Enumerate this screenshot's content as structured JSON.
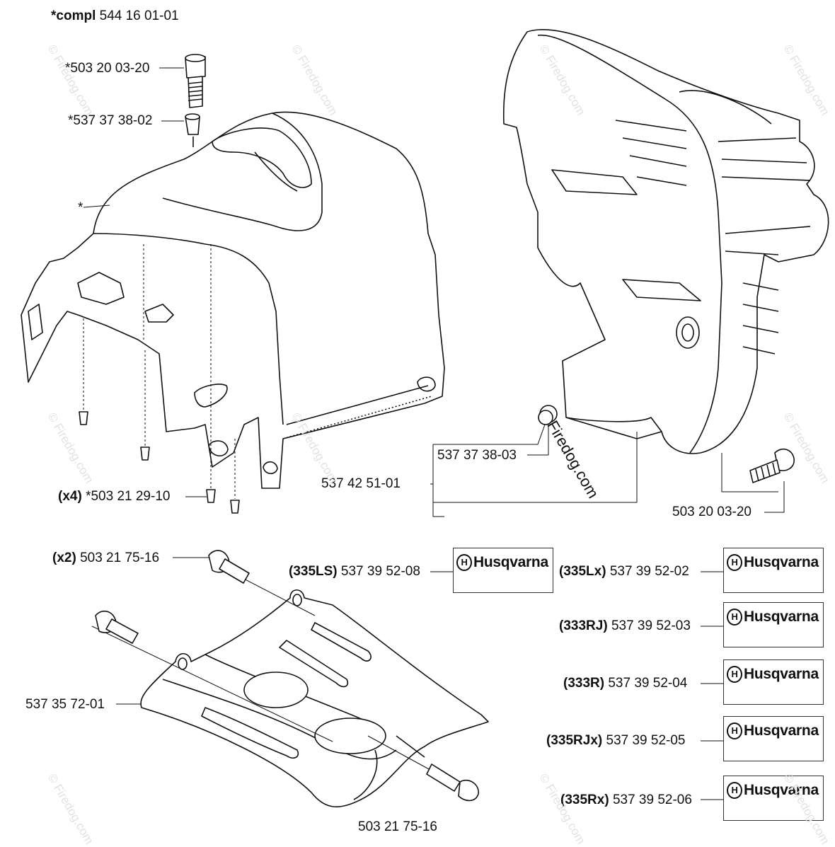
{
  "header": {
    "prefix": "*compl",
    "number": "544 16 01-01"
  },
  "parts": {
    "screw_top": "*503 20 03-20",
    "washer_top": "*537 37 38-02",
    "cover_marker": "*",
    "screws_x4_qty": "(x4)",
    "screws_x4": "*503 21 29-10",
    "bushing": "537 37 38-03",
    "cylinder_cover": "537 42 51-01",
    "screw_right": "503 20 03-20",
    "screws_x2_qty": "(x2)",
    "screws_x2": "503 21 75-16",
    "skid_plate": "537 35 72-01",
    "screw_bottom": "503 21 75-16"
  },
  "decals": [
    {
      "model": "(335LS)",
      "number": "537 39 52-08",
      "brand": "Husqvarna"
    },
    {
      "model": "(335Lx)",
      "number": "537 39 52-02",
      "brand": "Husqvarna"
    },
    {
      "model": "(333RJ)",
      "number": "537 39 52-03",
      "brand": "Husqvarna"
    },
    {
      "model": "(333R)",
      "number": "537 39 52-04",
      "brand": "Husqvarna"
    },
    {
      "model": "(335RJx)",
      "number": "537 39 52-05",
      "brand": "Husqvarna"
    },
    {
      "model": "(335Rx)",
      "number": "537 39 52-06",
      "brand": "Husqvarna"
    }
  ],
  "watermark": {
    "text": "Firedog.com",
    "faint": "© Firedog.com"
  }
}
